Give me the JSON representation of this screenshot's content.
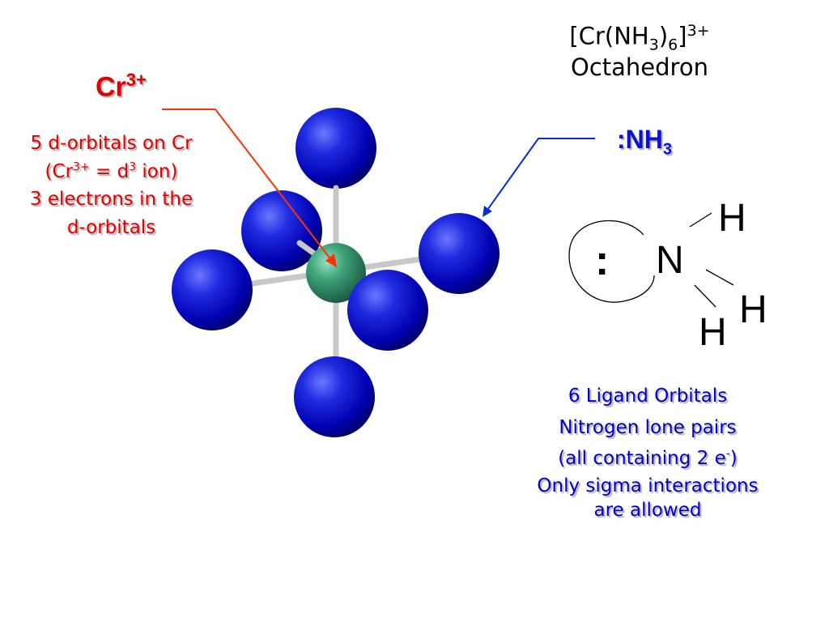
{
  "header": {
    "formula_main": "[Cr(NH",
    "formula_sub1": "3",
    "formula_mid": ")",
    "formula_sub2": "6",
    "formula_end": "]",
    "formula_charge": "3+",
    "shape": "Octahedron"
  },
  "metal": {
    "symbol": "Cr",
    "charge": "3+",
    "note_line1": "5 d-orbitals on Cr",
    "note_line2_pre": "(Cr",
    "note_line2_charge": "3+",
    "note_line2_mid": " = d",
    "note_line2_exp": "3",
    "note_line2_post": " ion)",
    "note_line3": "3 electrons in the",
    "note_line4": "d-orbitals"
  },
  "ligand": {
    "label_pre": ":NH",
    "label_sub": "3",
    "atom_n": "N",
    "atom_h1": "H",
    "atom_h2": "H",
    "atom_h3": "H",
    "lone_pair": ":",
    "note_line1": "6 Ligand Orbitals",
    "note_line2": "Nitrogen lone pairs",
    "note_line3_pre": "(all containing 2 e",
    "note_line3_sup": "-",
    "note_line3_post": ")",
    "note_line4": "Only sigma interactions",
    "note_line5": "are allowed"
  },
  "colors": {
    "metal_text": "#e00000",
    "ligand_text": "#1010d0",
    "ligand_sphere": "#0000cc",
    "metal_sphere": "#3a9a70",
    "bond": "#c8c8c8"
  }
}
